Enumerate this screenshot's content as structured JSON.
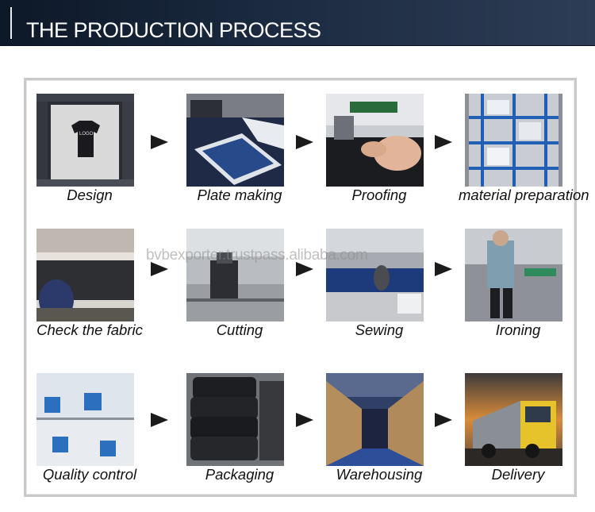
{
  "header": {
    "title": "THE PRODUCTION PROCESS"
  },
  "watermark": "bvbexporter.trustpass.alibaba.com",
  "steps": [
    {
      "label": "Design",
      "icon": "design-screen-photo"
    },
    {
      "label": "Plate making",
      "icon": "plate-making-photo"
    },
    {
      "label": "Proofing",
      "icon": "proofing-sewing-machine-photo"
    },
    {
      "label": "material preparation",
      "icon": "fabric-shelves-photo"
    },
    {
      "label": "Check the fabric",
      "icon": "fabric-inspection-photo"
    },
    {
      "label": "Cutting",
      "icon": "cutting-machine-photo"
    },
    {
      "label": "Sewing",
      "icon": "sewing-floor-photo"
    },
    {
      "label": "Ironing",
      "icon": "ironing-station-photo"
    },
    {
      "label": "Quality control",
      "icon": "quality-control-photo"
    },
    {
      "label": "Packaging",
      "icon": "packaged-garments-photo"
    },
    {
      "label": "Warehousing",
      "icon": "warehouse-aisle-photo"
    },
    {
      "label": "Delivery",
      "icon": "delivery-truck-photo"
    }
  ],
  "design_screen_text": "LOGO",
  "colors": {
    "header_dark": "#0d1828",
    "header_light": "#2d3d55",
    "panel_border": "#c9c9cb",
    "arrow": "#1b1b1b"
  }
}
